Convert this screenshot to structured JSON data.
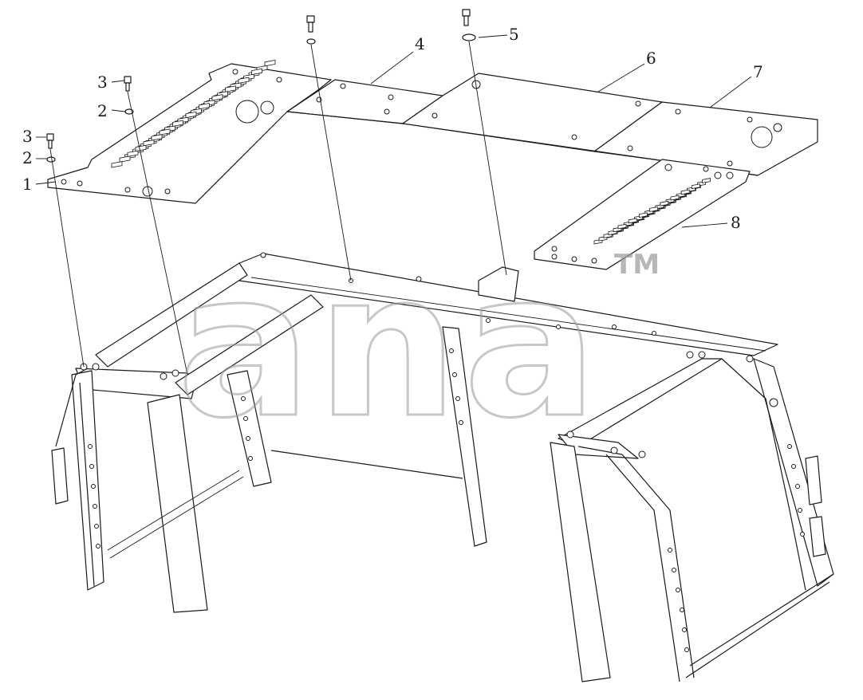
{
  "callouts": {
    "c1": "1",
    "c2a": "2",
    "c2b": "2",
    "c3a": "3",
    "c3b": "3",
    "c4": "4",
    "c5": "5",
    "c6": "6",
    "c7": "7",
    "c8": "8"
  },
  "watermark": {
    "text": "ana",
    "tm": "TM"
  },
  "colors": {
    "line": "#1a1a1a",
    "watermark": "#9a9a9a",
    "background": "#ffffff"
  }
}
